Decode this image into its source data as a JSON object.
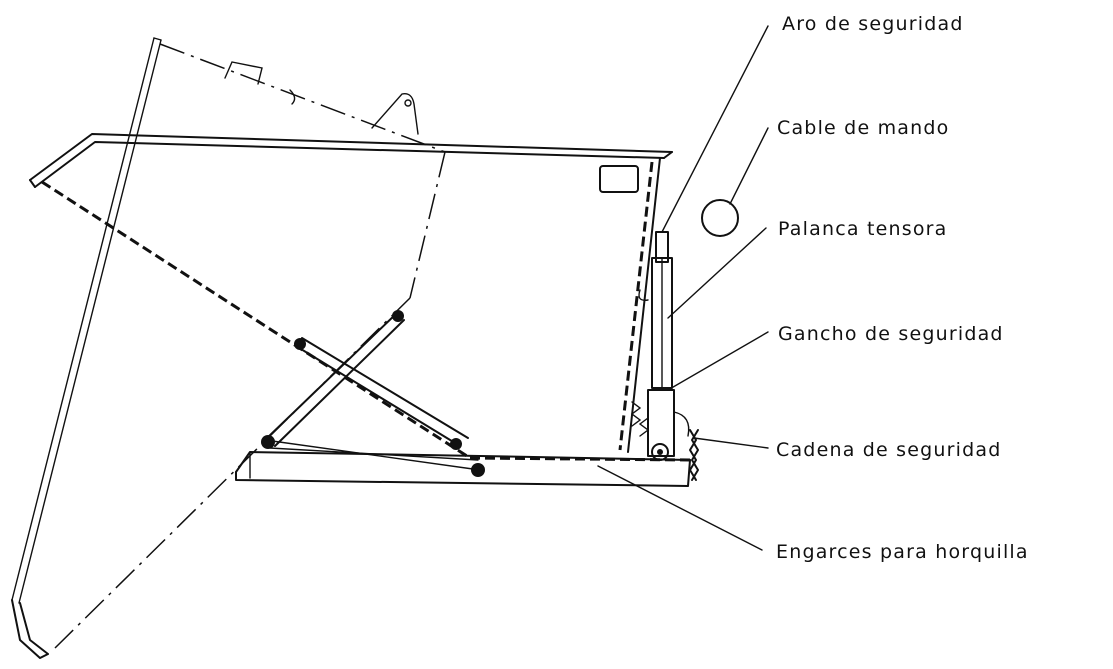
{
  "labels": [
    {
      "id": "aro",
      "text": "Aro de seguridad"
    },
    {
      "id": "cable",
      "text": "Cable de mando"
    },
    {
      "id": "palanca",
      "text": "Palanca tensora"
    },
    {
      "id": "gancho",
      "text": "Gancho de seguridad"
    },
    {
      "id": "cadena",
      "text": "Cadena de seguridad"
    },
    {
      "id": "engarces",
      "text": "Engarces para horquilla"
    }
  ]
}
